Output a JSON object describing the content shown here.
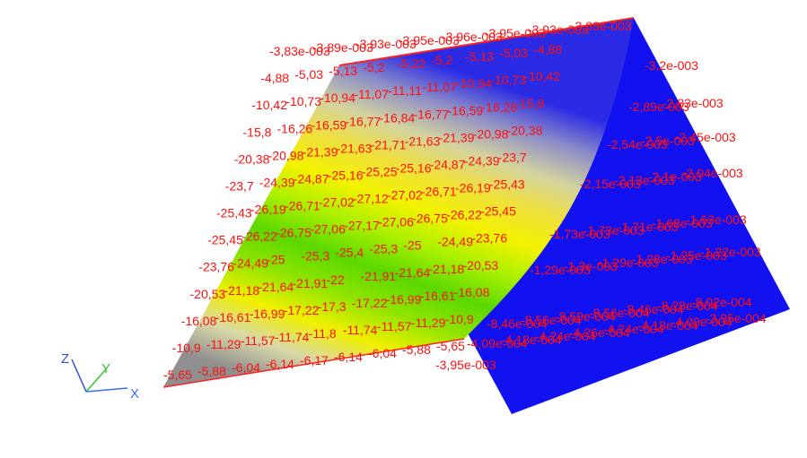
{
  "colors": {
    "background": "#ffffff",
    "value_label": "#ff1010",
    "right_panel": "#1212f0",
    "ridge_edge": "#ff2020",
    "axis_x": "#3a6df0",
    "axis_y": "#34c834",
    "axis_z": "#2b4fdc",
    "gradient": [
      "#2b2be6",
      "#8c8cc8",
      "#d2d2a0",
      "#f0e03c",
      "#f2f200",
      "#a8f000",
      "#5ad800",
      "#90e400",
      "#f0f000",
      "#d8d8a8",
      "#8f8f8f"
    ]
  },
  "axes": {
    "x": "X",
    "y": "Y",
    "z": "Z"
  },
  "left_surface_rows": [
    [
      "-3,83e-003",
      "-3,89e-003",
      "-3,93e-003",
      "-3,95e-003",
      "-3,96e-003",
      "-3,95e-003",
      "-3,93e-003",
      "-3,89e-003"
    ],
    [
      "-4,88",
      "-5,03",
      "-5,13",
      "-5,2",
      "-5,22",
      "-5,2",
      "-5,13",
      "-5,03",
      "-4,88"
    ],
    [
      "-10,42",
      "-10,73",
      "-10,94",
      "-11,07",
      "-11,11",
      "-11,07",
      "-10,94",
      "-10,73",
      "-10,42"
    ],
    [
      "-15,8",
      "-16,26",
      "-16,59",
      "-16,77",
      "-16,84",
      "-16,77",
      "-16,59",
      "-16,26",
      "-15,8"
    ],
    [
      "-20,38",
      "-20,98",
      "-21,39",
      "-21,63",
      "-21,71",
      "-21,63",
      "-21,39",
      "-20,98",
      "-20,38"
    ],
    [
      "-23,7",
      "-24,39",
      "-24,87",
      "-25,16",
      "-25,25",
      "-25,16",
      "-24,87",
      "-24,39",
      "-23,7"
    ],
    [
      "-25,43",
      "-26,19",
      "-26,71",
      "-27,02",
      "-27,12",
      "-27,02",
      "-26,71",
      "-26,19",
      "-25,43"
    ],
    [
      "-25,45",
      "-26,22",
      "-26,75",
      "-27,06",
      "-27,17",
      "-27,06",
      "-26,75",
      "-26,22",
      "-25,45"
    ],
    [
      "-23,76",
      "-24,49",
      "-25",
      "-25,3",
      "-25,4",
      "-25,3",
      "-25",
      "-24,49",
      "-23,76"
    ],
    [
      "-20,53",
      "-21,18",
      "-21,64",
      "-21,91",
      "-22",
      "-21,91",
      "-21,64",
      "-21,18",
      "-20,53"
    ],
    [
      "-16,08",
      "-16,61",
      "-16,99",
      "-17,22",
      "-17,3",
      "-17,22",
      "-16,99",
      "-16,61",
      "-16,08"
    ],
    [
      "-10,9",
      "-11,29",
      "-11,57",
      "-11,74",
      "-11,8",
      "-11,74",
      "-11,57",
      "-11,29",
      "-10,9"
    ],
    [
      "-5,65",
      "-5,88",
      "-6,04",
      "-6,14",
      "-6,17",
      "-6,14",
      "-6,04",
      "-5,88",
      "-5,65"
    ]
  ],
  "right_surface_rows": [
    [
      "-3,2e-003"
    ],
    [
      "-2,89e-003",
      "-2,83e-003"
    ],
    [
      "-2,54e-003",
      "-2,5e-003",
      "-2,45e-003"
    ],
    [
      "-2,15e-003",
      "-2,13e-003",
      "-2,1e-003",
      "-2,04e-003"
    ],
    [
      "-1,73e-003",
      "-1,73e-003",
      "-1,71e-003",
      "-1,68e-003",
      "-1,63e-003"
    ],
    [
      "-1,29e-003",
      "-1,3e-003",
      "-1,29e-003",
      "-1,28e-003",
      "-1,25e-003",
      "-1,22e-003"
    ],
    [
      "-8,46e-004",
      "-8,56e-004",
      "-8,59e-004",
      "-8,56e-004",
      "-8,46e-004",
      "-8,28e-004",
      "-8,02e-004"
    ],
    [
      "-4,09e-004",
      "-4,18e-004",
      "-4,24e-004",
      "-4,26e-004",
      "-4,24e-004",
      "-4,18e-004",
      "-4,09e-004",
      "-3,95e-004"
    ],
    [
      "-3,95e-003"
    ]
  ]
}
